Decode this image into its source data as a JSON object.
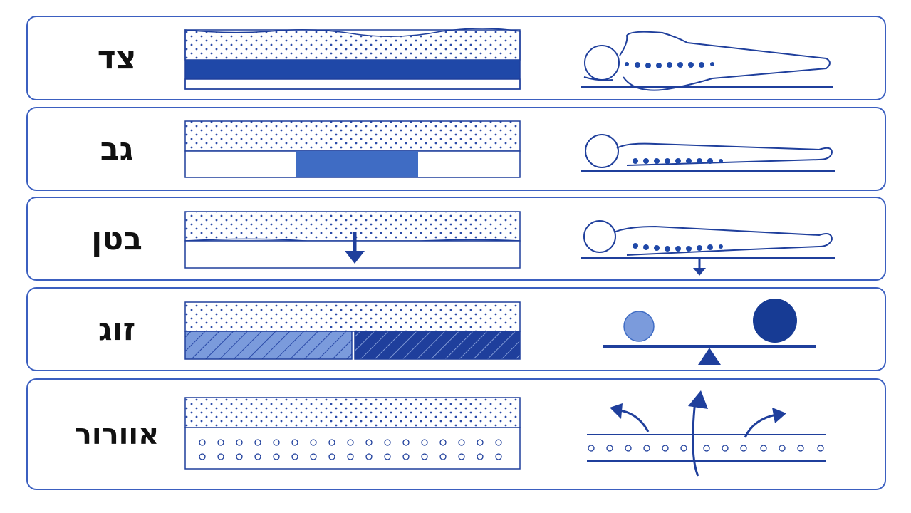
{
  "rows": [
    {
      "label": "צד"
    },
    {
      "label": "גב"
    },
    {
      "label": "בטן"
    },
    {
      "label": "זוג"
    },
    {
      "label": "אוורור"
    }
  ],
  "colors": {
    "accent": "#1f3f9c",
    "mid": "#4170c4",
    "light": "#7b9bdc",
    "line": "#20409a"
  }
}
